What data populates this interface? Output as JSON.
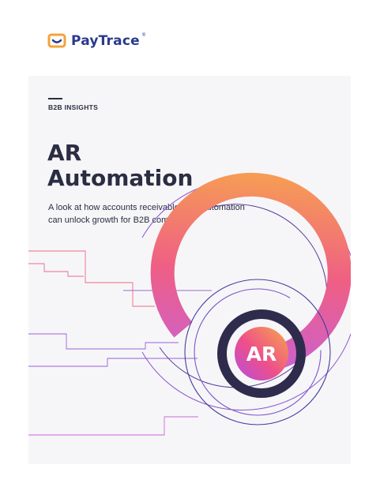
{
  "brand": {
    "name": "PayTrace",
    "trademark": "®"
  },
  "cover": {
    "eyebrow": "B2B INSIGHTS",
    "title_line1": "AR",
    "title_line2": "Automation",
    "subtitle_line1": "A look at how accounts receivable (AR) automation",
    "subtitle_line2": "can unlock growth for B2B companies",
    "badge": "AR"
  },
  "colors": {
    "brand_orange": "#f4a23a",
    "brand_navy": "#2a3a8c",
    "ink": "#2b2d42",
    "panel": "#f6f6f8",
    "gradient_orange": "#f7a84a",
    "gradient_pink": "#ee5a8a",
    "gradient_purple": "#c35ee6"
  },
  "icons": [
    "paytrace-logo-icon"
  ]
}
